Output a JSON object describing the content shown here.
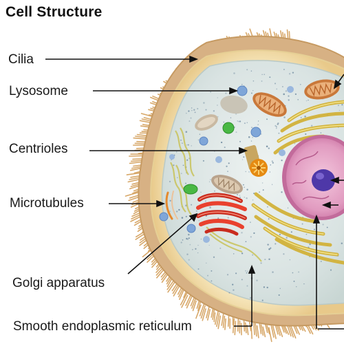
{
  "title": "Cell Structure",
  "labels": {
    "cilia": "Cilia",
    "lysosome": "Lysosome",
    "centrioles": "Centrioles",
    "microtubules": "Microtubules",
    "golgi": "Golgi apparatus",
    "smooth_er": "Smooth endoplasmic reticulum"
  },
  "colors": {
    "cilia": "#d9ab6a",
    "cytoplasm": "#dfe7e6",
    "membrane": "#f1dca6",
    "nucleus": "#e7a4c6",
    "nucleolus": "#5a3fb1",
    "golgi": "#e9412e",
    "er": "#d8bb3a",
    "mitochondria": "#d88a45",
    "vesicle": "#7fa6d8",
    "green_vesicle": "#49b844",
    "centriole": "#f29b1c",
    "leader": "#111111"
  }
}
